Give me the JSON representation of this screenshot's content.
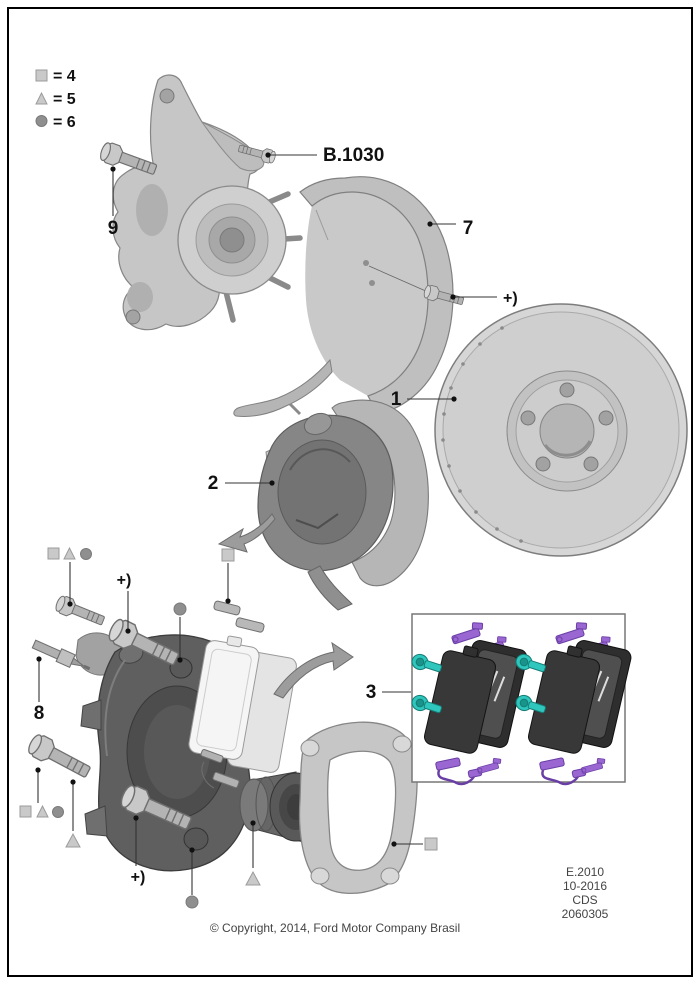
{
  "page": {
    "bg_color": "#ffffff",
    "border_color": "#000000"
  },
  "legend": {
    "items": [
      {
        "symbol": "square",
        "label": "= 4"
      },
      {
        "symbol": "triangle",
        "label": "= 5"
      },
      {
        "symbol": "circle",
        "label": "= 6"
      }
    ]
  },
  "callouts": {
    "rotor": "1",
    "caliper_assembly": "2",
    "pad_kit": "3",
    "shield": "7",
    "bleed_screw": "8",
    "knuckle_bolt": "9",
    "hub_ref": "B.1030",
    "note": "+)"
  },
  "info_block": {
    "lines": [
      "E.2010",
      "10-2016",
      "CDS",
      "2060305"
    ]
  },
  "copyright": "© Copyright, 2014, Ford Motor Company Brasil",
  "colors": {
    "clip_purple": "#9a66d2",
    "bolt_teal": "#2fc7bd",
    "symbol_gray": "#c9c9c9",
    "symbol_dark_gray": "#8f8f8f",
    "leader_line": "#333333"
  }
}
